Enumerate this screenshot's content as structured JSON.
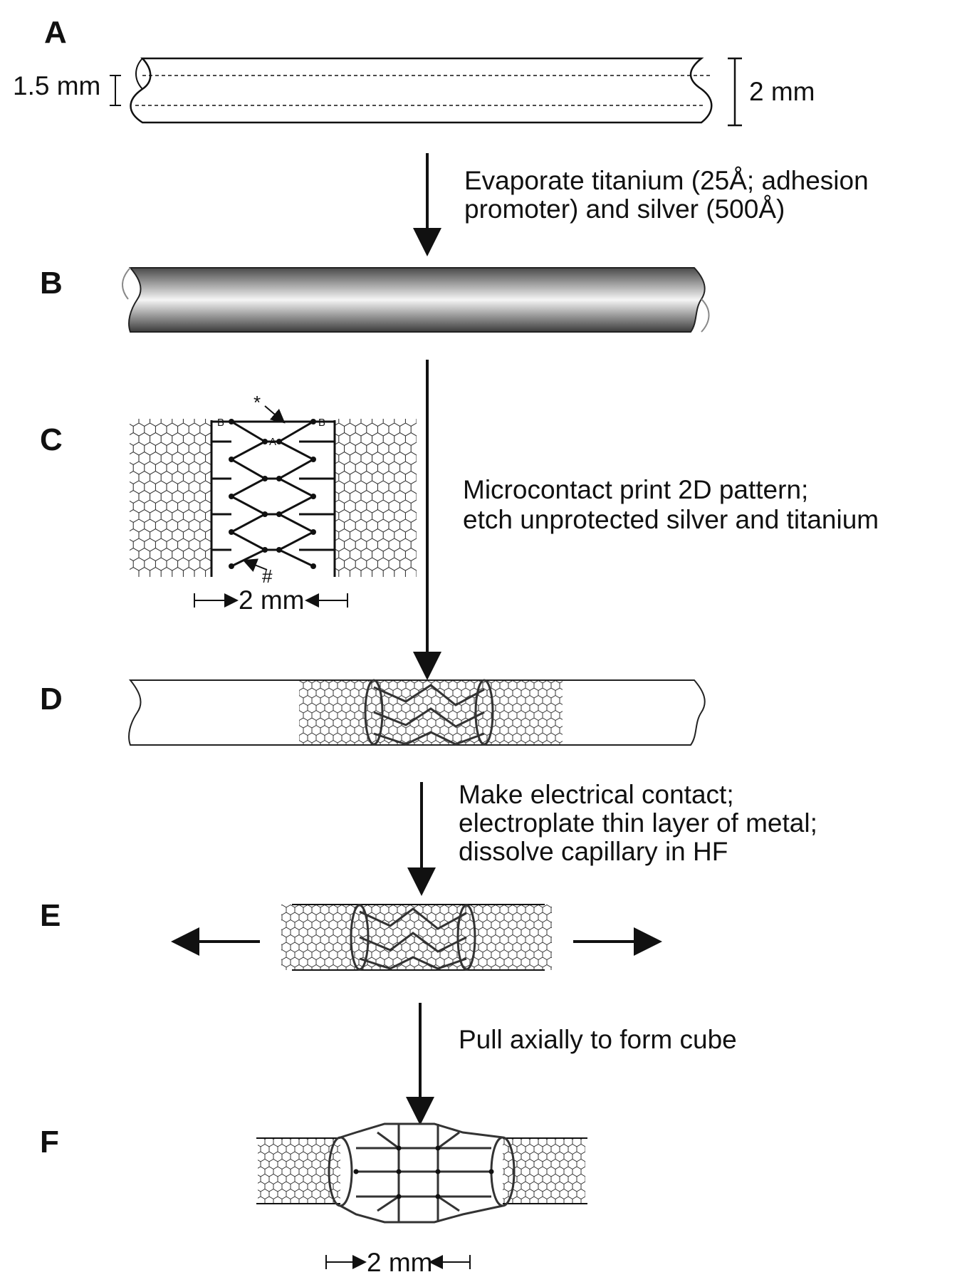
{
  "panels": {
    "a": "A",
    "b": "B",
    "c": "C",
    "d": "D",
    "e": "E",
    "f": "F"
  },
  "steps": {
    "step1": [
      "Evaporate titanium (25Å; adhesion",
      "promoter) and silver (500Å)"
    ],
    "step2": [
      "Microcontact print 2D pattern;",
      "etch unprotected silver and titanium"
    ],
    "step3": [
      "Make electrical contact;",
      "electroplate thin layer of metal;",
      "dissolve capillary in HF"
    ],
    "step4": [
      "Pull axially to form cube"
    ]
  },
  "dimensions": {
    "inner_diameter": "1.5 mm",
    "outer_diameter": "2 mm",
    "pattern_width": "2 mm",
    "cube_width": "2 mm"
  },
  "markers": {
    "point_a": "A",
    "point_b": "B",
    "asterisk": "*",
    "hash": "#"
  },
  "colors": {
    "ink": "#111111",
    "metal_dark": "#555555",
    "metal_light": "#f2f2f2"
  }
}
